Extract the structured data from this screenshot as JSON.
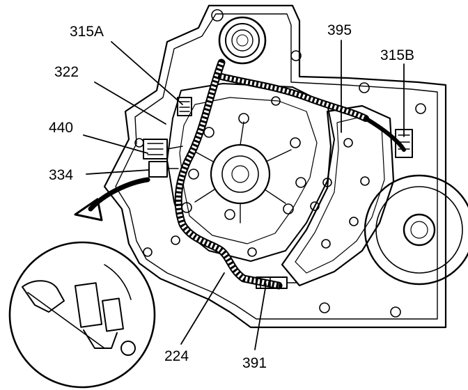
{
  "callouts": [
    {
      "id": "315A",
      "text": "315A"
    },
    {
      "id": "322",
      "text": "322"
    },
    {
      "id": "440",
      "text": "440"
    },
    {
      "id": "334",
      "text": "334"
    },
    {
      "id": "395",
      "text": "395"
    },
    {
      "id": "315B",
      "text": "315B"
    },
    {
      "id": "224",
      "text": "224"
    },
    {
      "id": "391",
      "text": "391"
    }
  ],
  "colors": {
    "ink": "#000000",
    "paper": "#ffffff"
  }
}
